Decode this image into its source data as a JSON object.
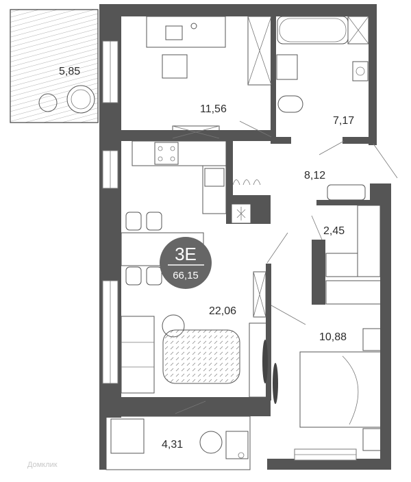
{
  "apartment": {
    "type_label": "3E",
    "total_area": "66,15"
  },
  "rooms": {
    "balcony_top": "5,85",
    "office": "11,56",
    "bathroom": "7,17",
    "hall": "8,12",
    "wardrobe": "2,45",
    "living": "22,06",
    "bedroom": "10,88",
    "balcony_bottom": "4,31"
  },
  "watermark": "Домклик",
  "colors": {
    "wall": "#555555",
    "badge": "#666666",
    "line": "#777777"
  }
}
